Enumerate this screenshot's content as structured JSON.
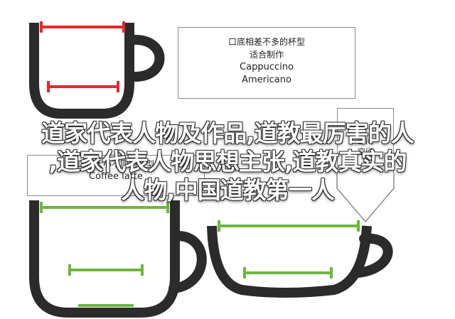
{
  "colors": {
    "outline": "#2b2b2b",
    "top_marker": "#e8262b",
    "bottom_marker": "#6eb53e",
    "box_border": "#8a8a8a"
  },
  "legend_top": {
    "lines": [
      "口底相差不多的杯型",
      "适合制作",
      "Cappuccino",
      "Americano"
    ]
  },
  "legend_mid": {
    "lines": [
      "口底大小不同的杯型",
      "Coffee latte"
    ]
  },
  "legend_side": {
    "lines": [
      "空间",
      "空间"
    ]
  },
  "overlay": {
    "lines": [
      "道家代表人物及作品,道教最厉害的人",
      ",道家代表人物思想主张,道教真实的",
      "人物,中国道教第一人"
    ]
  }
}
